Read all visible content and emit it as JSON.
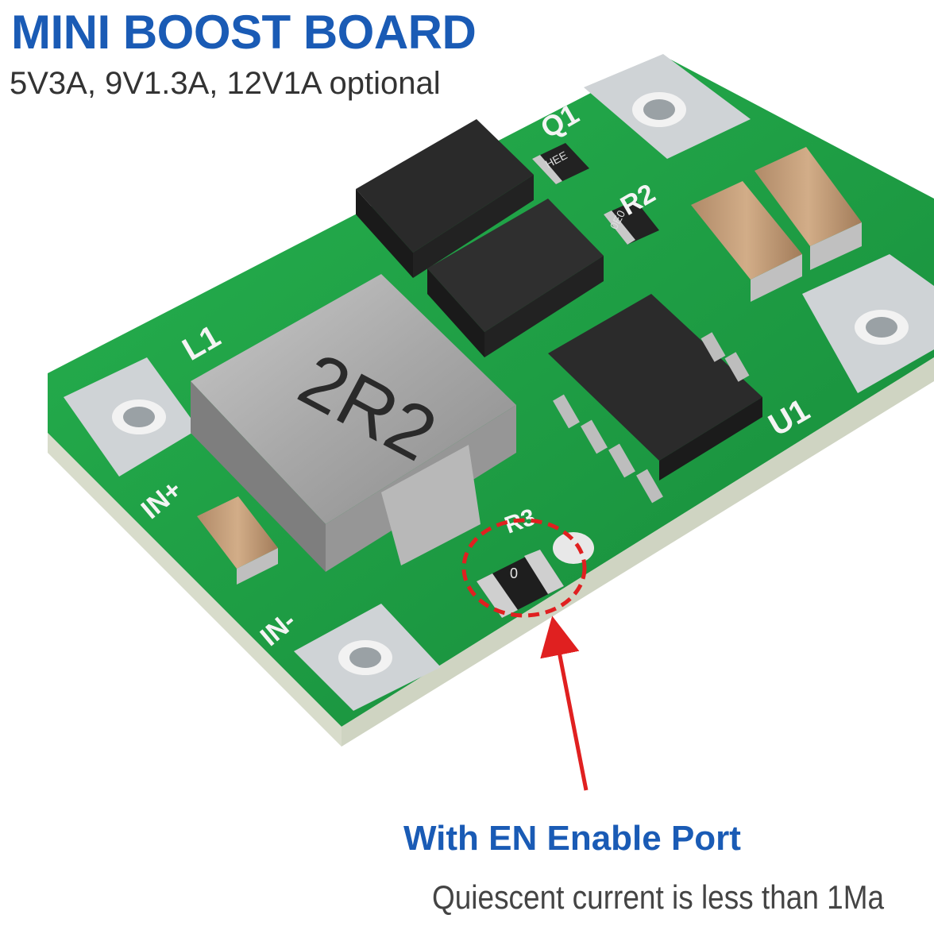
{
  "header": {
    "title": "MINI BOOST BOARD",
    "subtitle": "5V3A, 9V1.3A, 12V1A optional"
  },
  "board": {
    "labels": {
      "q1": "Q1",
      "r2": "R2",
      "r3": "R3",
      "l1": "L1",
      "u1": "U1",
      "in_plus": "IN+",
      "in_minus": "IN-",
      "inductor_code": "2R2",
      "resistor_r1_code": "HEE",
      "resistor_r2_code": "0E0",
      "resistor_r3_code": "0"
    },
    "colors": {
      "pcb": "#1fa046",
      "pcb_dark": "#168a3a",
      "pad": "#cfd3d6",
      "highlight": "#e02020",
      "accent": "#1a5bb5"
    }
  },
  "callout": {
    "feature": "With EN Enable Port",
    "note": "Quiescent current is less than 1Ma"
  }
}
